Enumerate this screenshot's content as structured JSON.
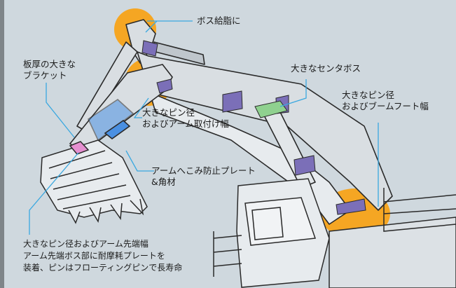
{
  "labels": {
    "boss_grease": "ボス給脂に",
    "bracket": "板厚の大きな\nブラケット",
    "center_boss": "大きなセンタボス",
    "boom_foot": "大きなピン径\nおよびブームフート幅",
    "arm_mount": "大きなピン径\nおよびアーム取付け幅",
    "dent_plate": "アームへこみ防止プレート\n&角材",
    "arm_tip": "大きなピン径およびアーム先端幅\nアーム先端ボス部に耐摩耗プレートを\n装着、ピンはフローティングピンで長寿命"
  },
  "colors": {
    "background": "#cfd8de",
    "highlight_orange": "#f5a623",
    "purple": "#7b6fb8",
    "green": "#8fd18f",
    "blue_hatch": "#4a90e2",
    "pink": "#e58fd0",
    "leader_line": "#3aa8e0",
    "outline": "#2a2a2a"
  }
}
